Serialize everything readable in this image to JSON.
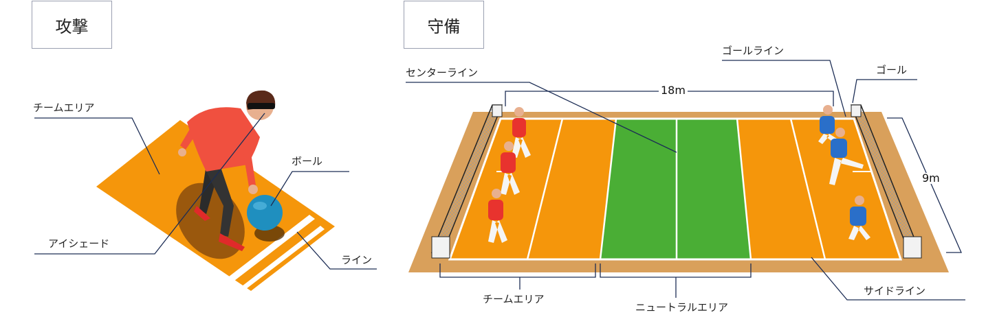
{
  "sections": {
    "attack": "攻撃",
    "defense": "守備"
  },
  "attack_labels": {
    "team_area": "チームエリア",
    "ball": "ボール",
    "eyeshade": "アイシェード",
    "line": "ライン"
  },
  "defense_labels": {
    "goal_line": "ゴールライン",
    "center_line": "センターライン",
    "goal": "ゴール",
    "length": "18m",
    "width": "9m",
    "team_area": "チームエリア",
    "neutral_area": "ニュートラルエリア",
    "side_line": "サイドライン"
  },
  "colors": {
    "court_orange": "#f5960b",
    "neutral_green": "#4aae35",
    "border_tan": "#d9a05b",
    "leader_line": "#1c2d55",
    "red_team": "#e8332e",
    "blue_team": "#2a6fc9",
    "ball": "#1f8fbf"
  }
}
